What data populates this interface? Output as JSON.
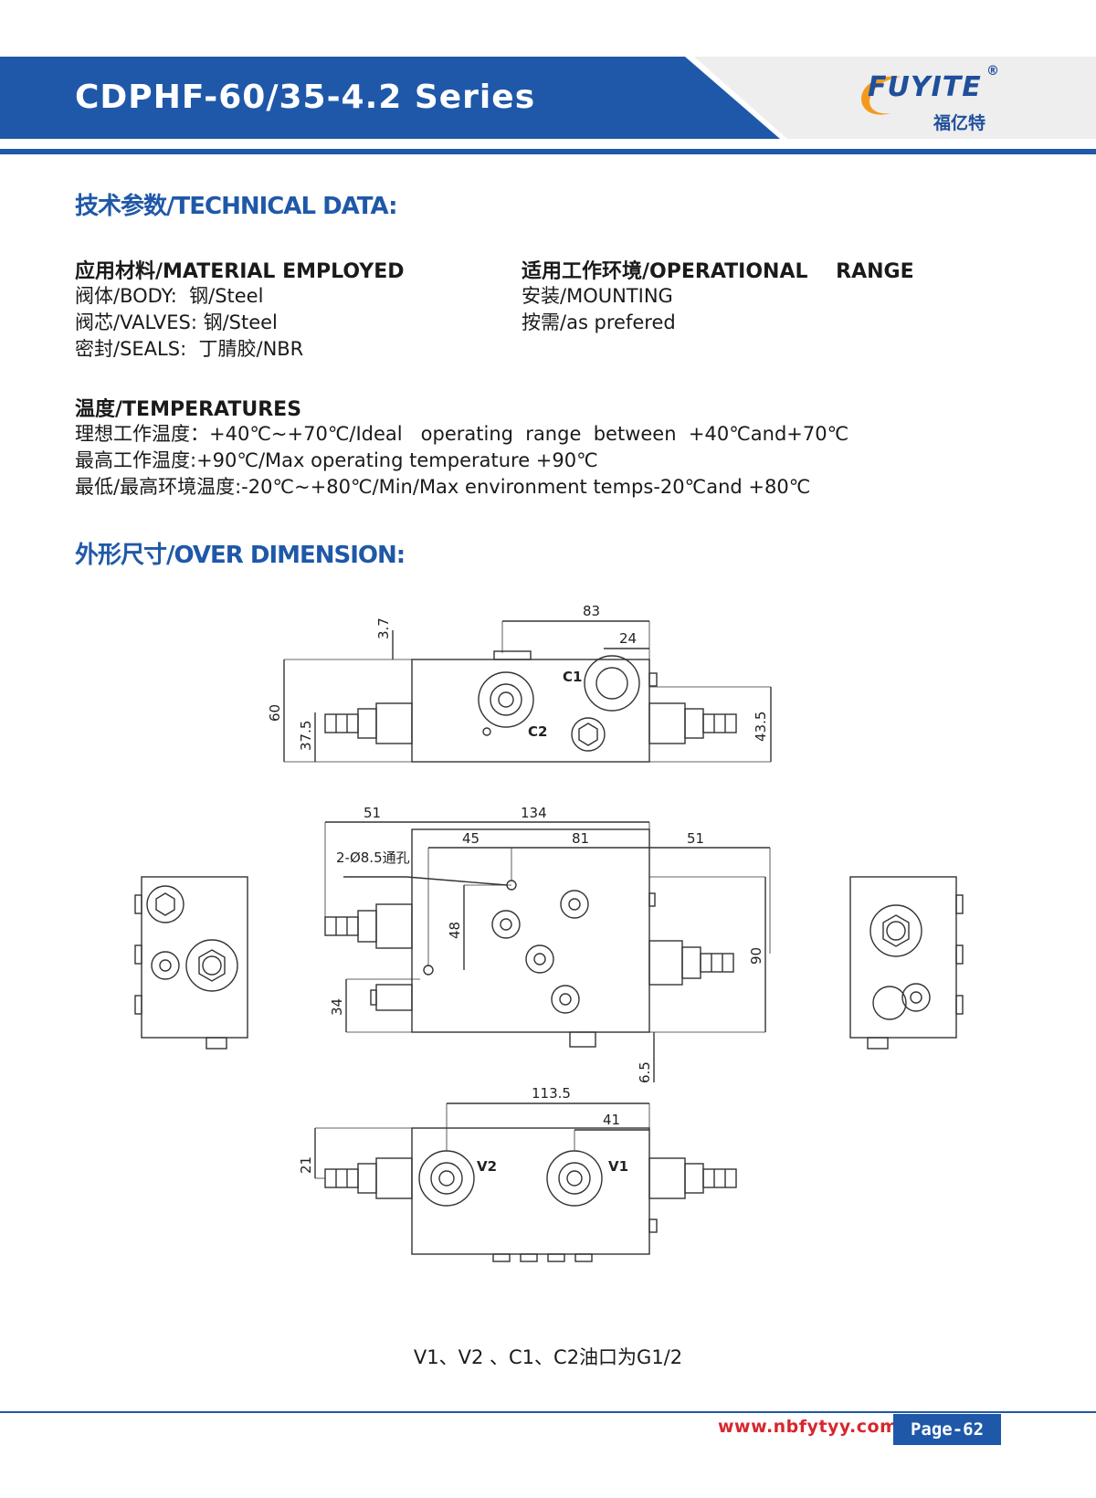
{
  "header": {
    "series_title": "CDPHF-60/35-4.2 Series",
    "logo_text": "FUYITE",
    "logo_reg": "®",
    "logo_cn": "福亿特",
    "band_color": "#1f58a8"
  },
  "technical": {
    "heading": "技术参数/TECHNICAL DATA:",
    "material": {
      "heading": "应用材料/MATERIAL EMPLOYED",
      "body": "阀体/BODY:  钢/Steel",
      "valves": "阀芯/VALVES: 钢/Steel",
      "seals": "密封/SEALS:  丁腈胶/NBR"
    },
    "operational": {
      "heading": "适用工作环境/OPERATIONAL    RANGE",
      "mounting": "安装/MOUNTING",
      "prefered": "按需/as prefered"
    },
    "temperatures": {
      "heading": "温度/TEMPERATURES",
      "ideal": "理想工作温度：+40℃~+70℃/Ideal   operating  range  between  +40℃and+70℃",
      "max": "最高工作温度:+90℃/Max operating temperature +90℃",
      "minmax": "最低/最高环境温度:-20℃~+80℃/Min/Max environment temps-20℃and +80℃"
    }
  },
  "dimension": {
    "heading": "外形尺寸/OVER DIMENSION:",
    "top_view": {
      "d83": "83",
      "d24": "24",
      "d3_7": "3.7",
      "d60": "60",
      "d37_5": "37.5",
      "d43_5": "43.5",
      "c1": "C1",
      "c2": "C2"
    },
    "front_view": {
      "d51a": "51",
      "d134": "134",
      "d45": "45",
      "d81": "81",
      "d51b": "51",
      "hole": "2-Ø8.5通孔",
      "d48": "48",
      "d90": "90",
      "d34": "34",
      "d6_5": "6.5"
    },
    "bottom_view": {
      "d113_5": "113.5",
      "d41": "41",
      "d21": "21",
      "v1": "V1",
      "v2": "V2"
    },
    "port_note": "V1、V2 、C1、C2油口为G1/2"
  },
  "footer": {
    "website": "www.nbfytyy.com",
    "page": "Page-62"
  }
}
